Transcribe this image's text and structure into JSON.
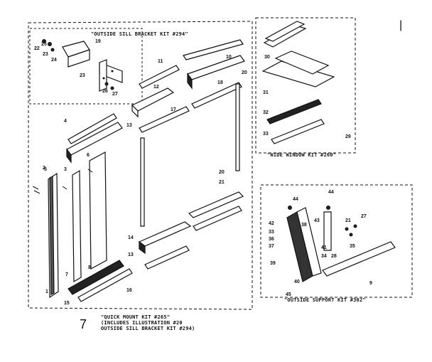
{
  "kits": {
    "outside_sill": "\"OUTSIDE SILL BRACKET KIT #294\"",
    "wide_window": "\"WIDE WINDOW KIT #260\"",
    "outside_support": "\"OUTSIDE SUPPORT KIT #302\"",
    "quick_mount_1": "\"QUICK MOUNT KIT #265\"",
    "quick_mount_2": "(INCLUDES ILLUSTRATION #20",
    "quick_mount_3": "OUTSIDE SILL BRACKET KIT #294)"
  },
  "marks": {
    "corner_seven": "7",
    "corner_bar": "|"
  },
  "callouts": {
    "c22": "22",
    "c23a": "23",
    "c24": "24",
    "c25": "25",
    "c19": "19",
    "c23b": "23",
    "c26": "26",
    "c27": "27",
    "c11": "11",
    "c12": "12",
    "c10": "10",
    "c20a": "20",
    "c18": "18",
    "c17": "17",
    "c4": "4",
    "c13a": "13",
    "c3": "3",
    "c5": "5",
    "c6": "6",
    "c2": "2",
    "c20b": "20",
    "c21": "21",
    "c14": "14",
    "c13b": "13",
    "c8": "8",
    "c7": "7",
    "c15": "15",
    "c16": "16",
    "c1": "1",
    "c30": "30",
    "c31": "31",
    "c32": "32",
    "c33": "33",
    "c29": "29",
    "c44a": "44",
    "c44b": "44",
    "c42": "42",
    "c43": "43",
    "c33b": "33",
    "c36": "36",
    "c37": "37",
    "c38": "38",
    "c41": "41",
    "c21b": "21",
    "c27b": "27",
    "c35": "35",
    "c34": "34",
    "c28": "28",
    "c39": "39",
    "c40": "40",
    "c9": "9",
    "c45": "45"
  }
}
